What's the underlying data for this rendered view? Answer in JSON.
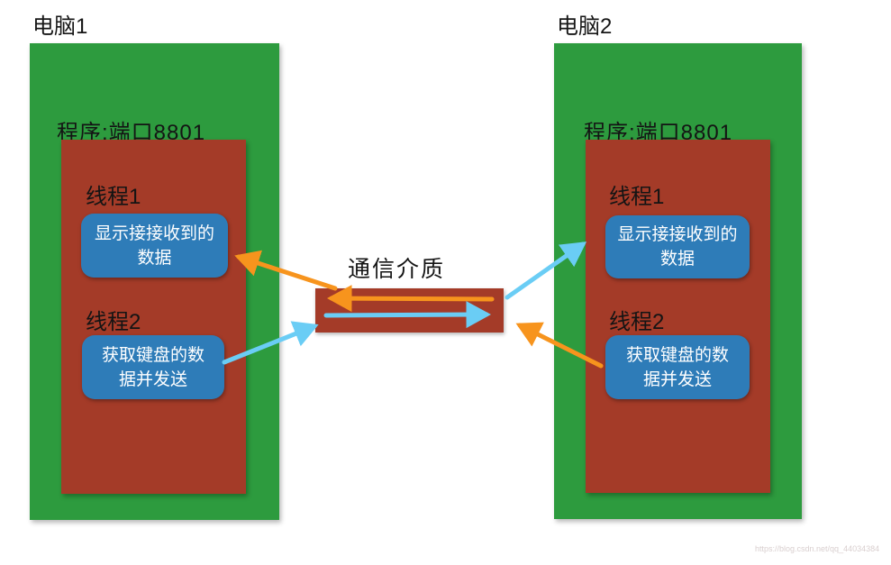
{
  "colors": {
    "computer_green": "#2d9b3e",
    "program_red": "#a43b28",
    "thread_blue": "#2e7cb8",
    "medium_red": "#a43b28",
    "arrow_orange": "#f7941d",
    "arrow_cyan": "#6acdf5",
    "box_text": "#ffffff",
    "watermark_text": "#d9cfcf"
  },
  "computer1": {
    "title": "电脑1",
    "program_label": "程序:端口8801",
    "thread1": {
      "label": "线程1",
      "line1": "显示接接收到的",
      "line2": "数据"
    },
    "thread2": {
      "label": "线程2",
      "line1": "获取键盘的数",
      "line2": "据并发送"
    }
  },
  "computer2": {
    "title": "电脑2",
    "program_label": "程序:端口8801",
    "thread1": {
      "label": "线程1",
      "line1": "显示接接收到的",
      "line2": "数据"
    },
    "thread2": {
      "label": "线程2",
      "line1": "获取键盘的数",
      "line2": "据并发送"
    }
  },
  "medium": {
    "label": "通信介质"
  },
  "watermark": "https://blog.csdn.net/qq_44034384"
}
